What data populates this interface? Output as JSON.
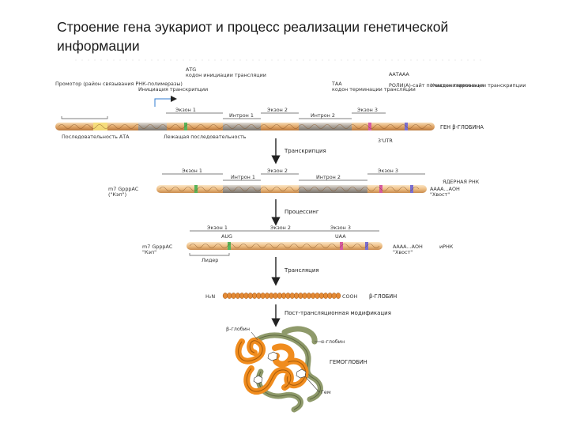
{
  "title": "Строение гена эукариот и процесс реализации генетической информации",
  "gene": {
    "atg": "АТG",
    "atg_caption": "кодон инициации трансляции",
    "promoter": "Промотор (район связывания РНК-полимеразы)",
    "initiation": "Инициация транскрипции",
    "taa": "ТАА",
    "taa_caption": "кодон терминации трансляции",
    "aataaa": "ААТААА",
    "polya_signal": "РОЛИ(А)-сайт полиаденилирования",
    "term_site": "Участок терминации транскрипции",
    "exon1": "Экзон 1",
    "intron1": "Интрон 1",
    "exon2": "Экзон 2",
    "intron2": "Интрон 2",
    "exon3": "Экзон 3",
    "preceding": "Последовательность АТА",
    "following": "Лежащая последовательность",
    "utr": "3'UTR",
    "gene_name": "ГЕН β-ГЛОБИНА"
  },
  "steps": {
    "transcription": "Транскрипция",
    "processing": "Процессинг",
    "translation": "Трансляция",
    "ptm": "Пост-трансляционная модификация"
  },
  "pre_mrna": {
    "exon1": "Экзон 1",
    "intron1": "Интрон 1",
    "exon2": "Экзон 2",
    "intron2": "Интрон 2",
    "exon3": "Экзон 3",
    "cap": "m7 GpppAC",
    "cap_note": "(\"Кэп\")",
    "tail": "АААА...АОН",
    "tail_note": "\"Хвост\"",
    "name": "ЯДЕРНАЯ РНК"
  },
  "mrna": {
    "exon1": "Экзон 1",
    "exon2": "Экзон 2",
    "exon3": "Экзон 3",
    "aug": "AUG",
    "uaa": "UAA",
    "cap": "m7 GpppAC",
    "cap_note": "\"Кэп\"",
    "leader": "Лидер",
    "tail": "АААА...АОН",
    "tail_note": "\"Хвост\"",
    "name": "иРНК"
  },
  "protein": {
    "n_term": "H₂N",
    "c_term": "COOH",
    "name": "β-ГЛОБИН",
    "bead_count": 28
  },
  "hemoglobin": {
    "beta": "β-глобин",
    "alpha": "α-глобин",
    "name": "ГЕМОГЛОБИН",
    "heme": "Гем"
  },
  "colors": {
    "exon": "#e9a96a",
    "intron": "#b9b1a6",
    "flank": "#d9b48a",
    "alpha_globin": "#8f9a6b",
    "beta_globin": "#f08c1e",
    "bead": "#e48a35"
  }
}
